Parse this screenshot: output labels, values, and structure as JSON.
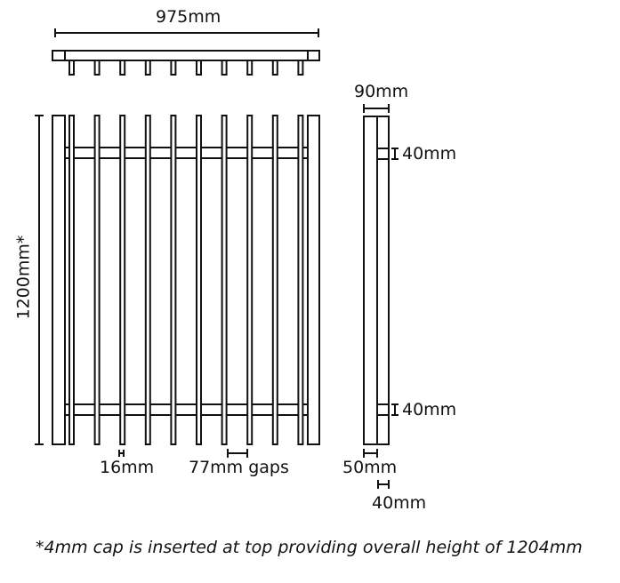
{
  "dimensions": {
    "width": "975mm",
    "height": "1200mm*",
    "depth": "90mm",
    "rail_top": "40mm",
    "rail_bottom": "40mm",
    "bar_width": "16mm",
    "gaps": "77mm gaps",
    "side_depth": "50mm",
    "side_post": "40mm"
  },
  "footnote": "*4mm cap is inserted at top providing overall height of 1204mm"
}
